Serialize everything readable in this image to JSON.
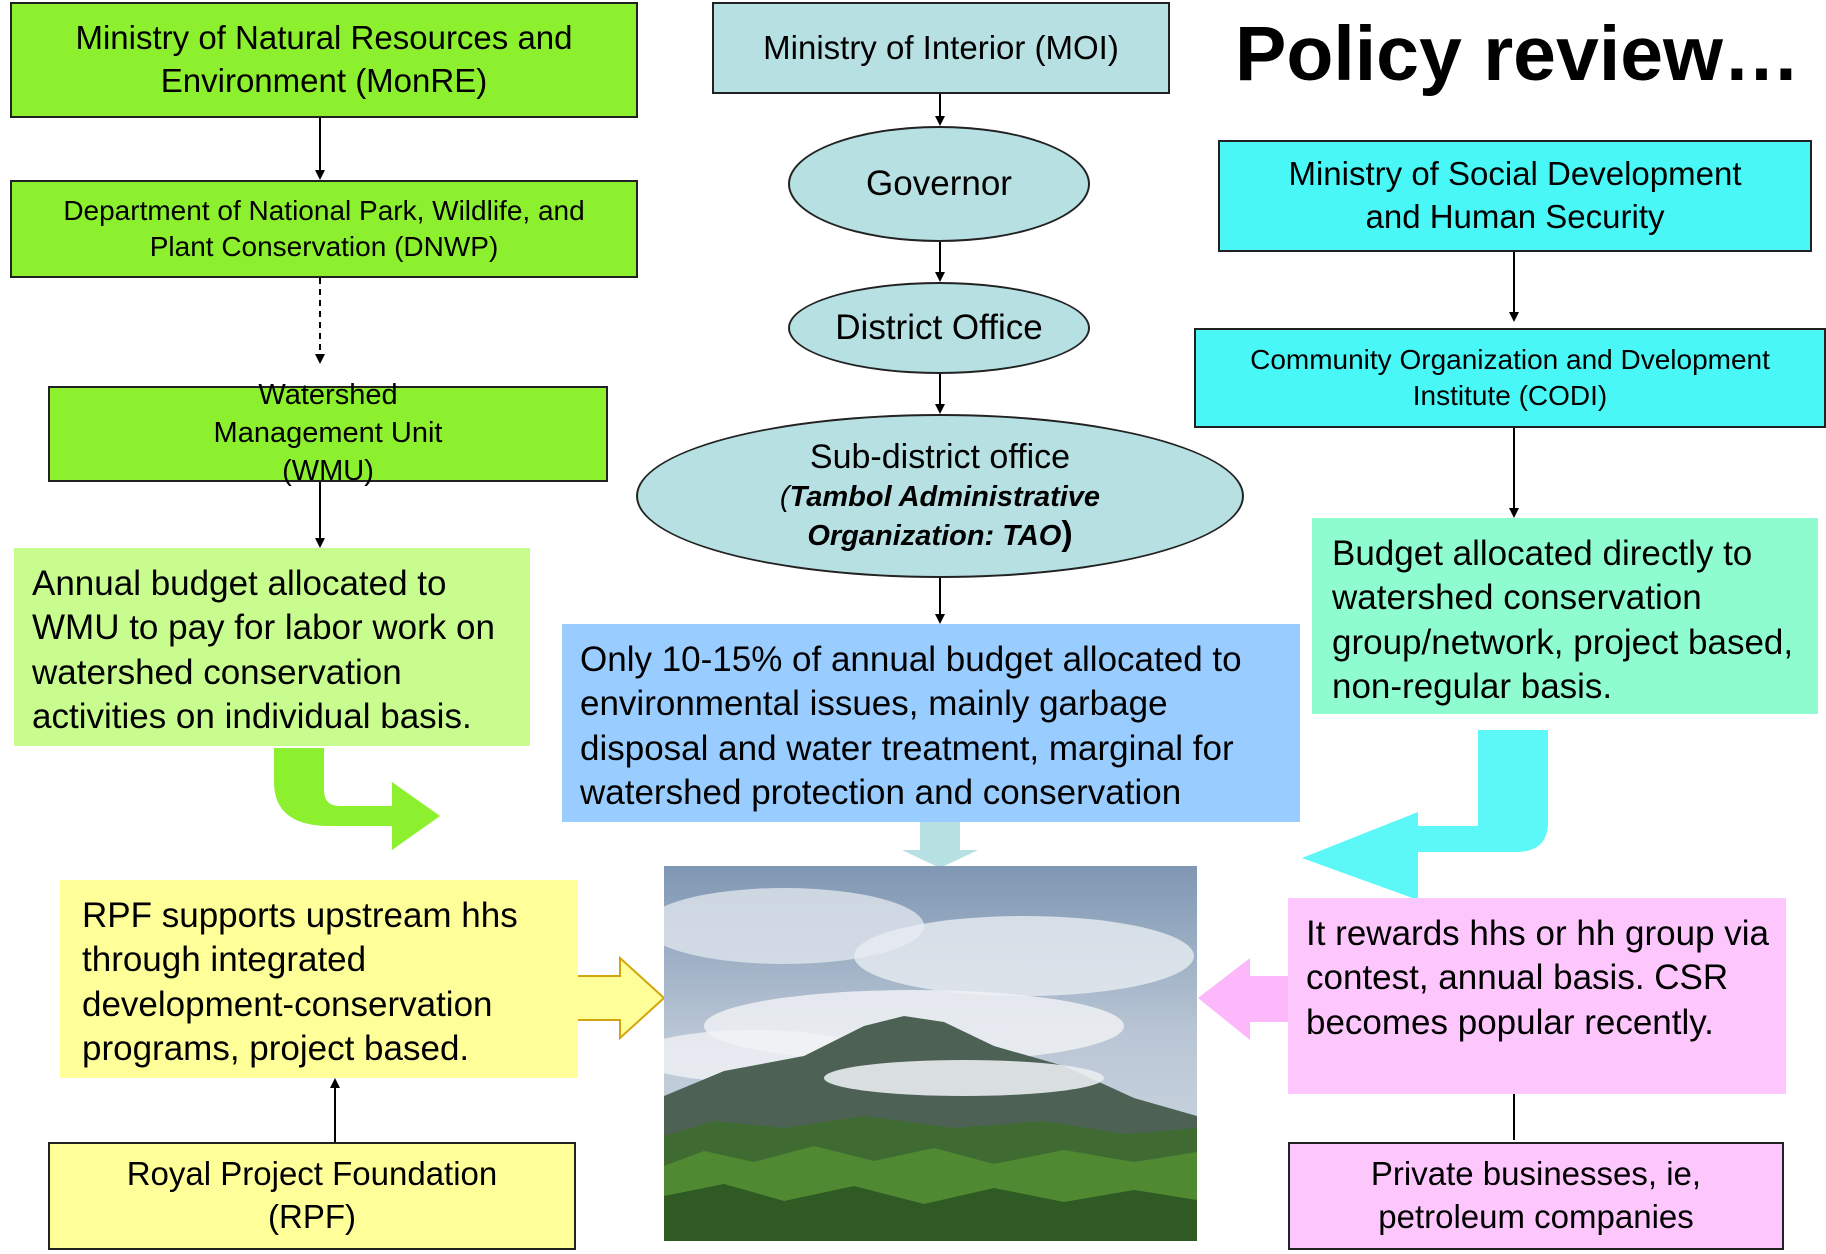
{
  "title": "Policy review…",
  "colors": {
    "green": "#8cf02f",
    "light_green": "#c9fc8e",
    "teal": "#b7e0e3",
    "cyan": "#4af7f7",
    "mint": "#8ffccf",
    "blue": "#99ccff",
    "yellow": "#ffff99",
    "pink": "#fdc7fd"
  },
  "left": {
    "monre": "Ministry of Natural Resources and Environment (MonRE)",
    "dnwp": "Department of National Park, Wildlife, and Plant Conservation (DNWP)",
    "wmu": "Watershed Management Unit (WMU)",
    "budget": "Annual budget allocated to WMU to pay for labor work on watershed conservation activities on individual basis."
  },
  "center": {
    "moi": "Ministry of Interior (MOI)",
    "governor": "Governor",
    "district": "District Office",
    "subdistrict_line1": "Sub-district office",
    "subdistrict_open": "(",
    "subdistrict_tao": "Tambol Administrative Organization: TAO",
    "subdistrict_close": ")",
    "budget": "Only 10-15% of annual budget allocated to environmental issues, mainly garbage disposal and water treatment, marginal for watershed protection and conservation"
  },
  "right": {
    "msdhs": "Ministry of Social Development and Human Security",
    "codi": "Community Organization and Dvelopment Institute (CODI)",
    "budget": "Budget allocated directly to watershed conservation group/network, project based, non-regular basis.",
    "rewards": "It rewards hhs or hh group via contest,  annual basis. CSR becomes popular recently.",
    "private": "Private businesses, ie, petroleum companies"
  },
  "bottom_left": {
    "rpf_support": "RPF supports upstream hhs through integrated development-conservation programs, project based.",
    "rpf": "Royal Project Foundation (RPF)"
  },
  "photo": {
    "subject": "mountain-landscape"
  }
}
